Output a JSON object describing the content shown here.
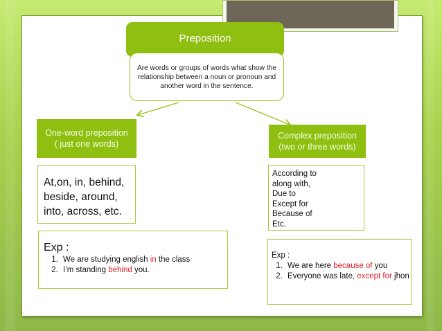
{
  "slide": {
    "title": "Preposition",
    "definition": "Are words or groups of words what show the relationship between a noun or pronoun and another word in the sentence.",
    "colors": {
      "accent_green": "#8fbf10",
      "highlight_red": "#e0202a",
      "photo_brown": "#6e6656"
    }
  },
  "left": {
    "header_line1": "One-word  preposition",
    "header_line2": "( just one words)",
    "list_text": "At,on, in, behind, beside, around, into, across, etc.",
    "example": {
      "label": "Exp :",
      "items": [
        {
          "before": "We are studying english ",
          "highlight": "in",
          "after": " the class"
        },
        {
          "before": "I’m standing ",
          "highlight": "behind",
          "after": " you."
        }
      ]
    }
  },
  "right": {
    "header_line1": "Complex  preposition",
    "header_line2": "(two or three words)",
    "list_items": [
      "According to",
      "along with,",
      "Due to",
      "Except for",
      "Because of",
      "Etc."
    ],
    "example": {
      "label": "Exp :",
      "items": [
        {
          "before": "We are here ",
          "highlight": "because of",
          "after": " you"
        },
        {
          "before": "Everyone was late, ",
          "highlight": "except for",
          "after": " jhon"
        }
      ]
    }
  }
}
